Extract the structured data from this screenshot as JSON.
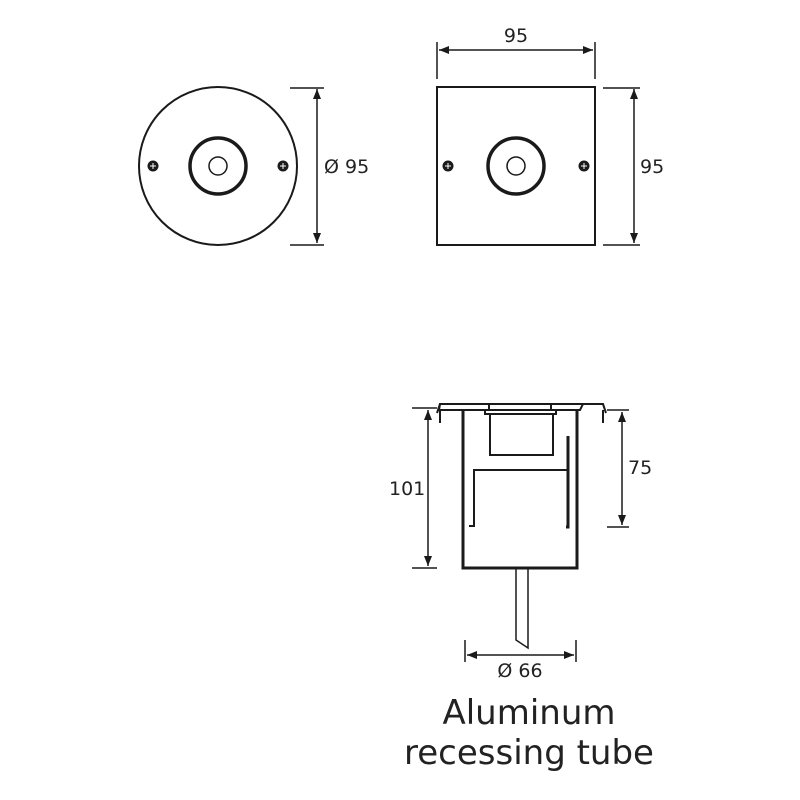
{
  "top_round_view": {
    "diameter_label": "Ø 95"
  },
  "top_square_view": {
    "width_label": "95",
    "height_label": "95"
  },
  "section_view": {
    "total_depth_label": "101",
    "tube_depth_label": "75",
    "tube_diameter_label": "Ø 66"
  },
  "caption": {
    "line1": "Aluminum",
    "line2": "recessing tube"
  },
  "colors": {
    "line": "#1a1a1a",
    "background": "#ffffff"
  }
}
